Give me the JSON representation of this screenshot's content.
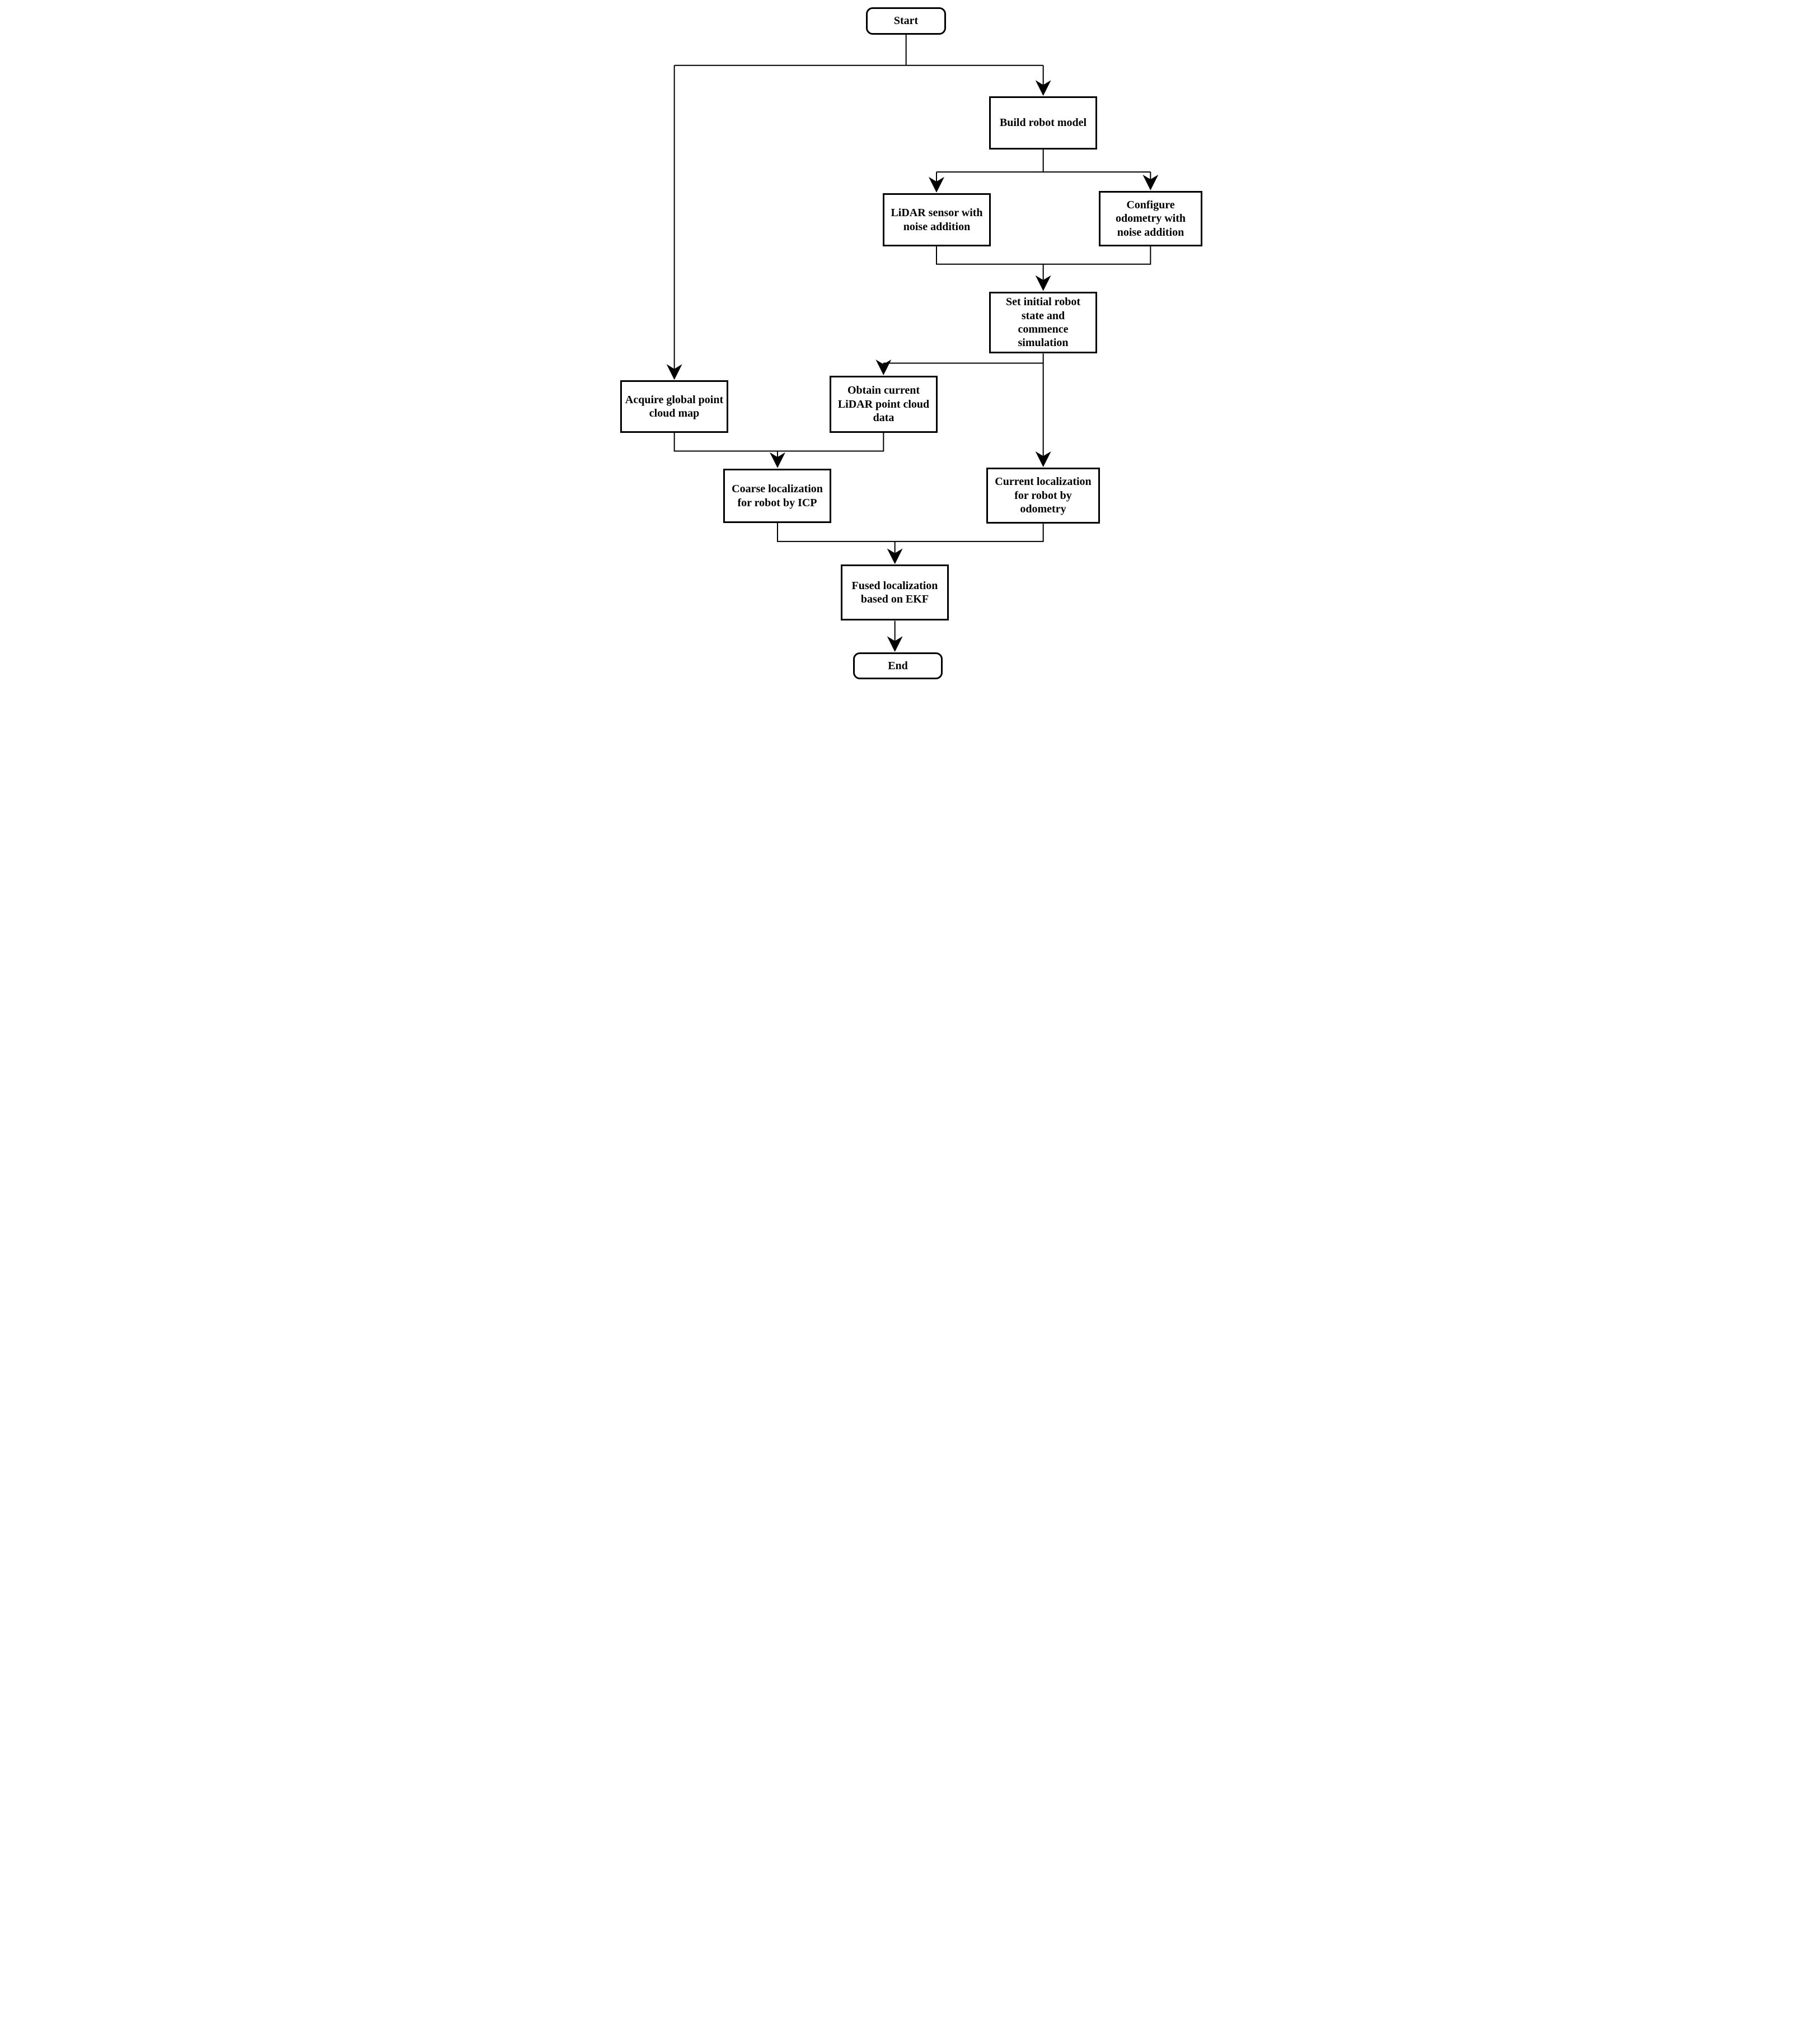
{
  "diagram": {
    "type": "flowchart",
    "background_color": "#ffffff",
    "line_color": "#000000",
    "box_fill_color": "#ffffff",
    "text_color": "#000000",
    "nodes": {
      "start": {
        "shape": "terminator",
        "label": "Start"
      },
      "build": {
        "shape": "process",
        "label": "Build robot model"
      },
      "lidar": {
        "shape": "process",
        "label": "LiDAR sensor with\nnoise addition"
      },
      "odom": {
        "shape": "process",
        "label": "Configure\nodometry with\nnoise addition"
      },
      "set": {
        "shape": "process",
        "label": "Set initial robot\nstate and\ncommence\nsimulation"
      },
      "acquire": {
        "shape": "process",
        "label": "Acquire global point\ncloud map"
      },
      "obtain": {
        "shape": "process",
        "label": "Obtain current\nLiDAR point cloud\ndata"
      },
      "coarse": {
        "shape": "process",
        "label": "Coarse localization\nfor robot by ICP"
      },
      "current": {
        "shape": "process",
        "label": "Current localization\nfor robot by\nodometry"
      },
      "fused": {
        "shape": "process",
        "label": "Fused localization\nbased on EKF"
      },
      "end": {
        "shape": "terminator",
        "label": "End"
      }
    },
    "edges": [
      {
        "from": "start",
        "to": "build"
      },
      {
        "from": "start",
        "to": "acquire"
      },
      {
        "from": "build",
        "to": "lidar"
      },
      {
        "from": "build",
        "to": "odom"
      },
      {
        "from": "lidar",
        "to": "set"
      },
      {
        "from": "odom",
        "to": "set"
      },
      {
        "from": "set",
        "to": "obtain"
      },
      {
        "from": "set",
        "to": "current"
      },
      {
        "from": "acquire",
        "to": "coarse"
      },
      {
        "from": "obtain",
        "to": "coarse"
      },
      {
        "from": "coarse",
        "to": "fused"
      },
      {
        "from": "current",
        "to": "fused"
      },
      {
        "from": "fused",
        "to": "end"
      }
    ]
  }
}
